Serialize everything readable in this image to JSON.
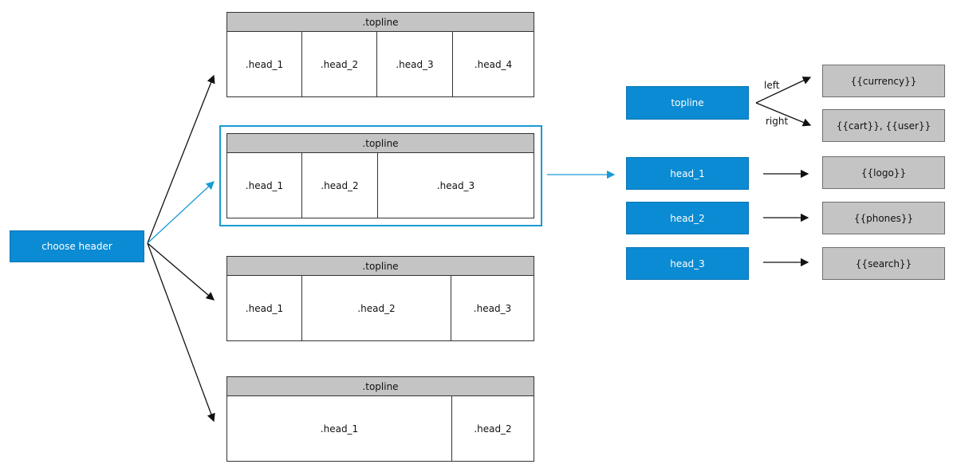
{
  "root": {
    "label": "choose header"
  },
  "layouts": [
    {
      "topline": ".topline",
      "cols": [
        ".head_1",
        ".head_2",
        ".head_3",
        ".head_4"
      ]
    },
    {
      "topline": ".topline",
      "cols": [
        ".head_1",
        ".head_2",
        ".head_3"
      ]
    },
    {
      "topline": ".topline",
      "cols": [
        ".head_1",
        ".head_2",
        ".head_3"
      ]
    },
    {
      "topline": ".topline",
      "cols": [
        ".head_1",
        ".head_2"
      ]
    }
  ],
  "blocks": {
    "topline": "topline",
    "head_1": "head_1",
    "head_2": "head_2",
    "head_3": "head_3"
  },
  "targets": {
    "currency": "{{currency}}",
    "cart_user": "{{cart}}, {{user}}",
    "logo": "{{logo}}",
    "phones": "{{phones}}",
    "search": "{{search}}"
  },
  "edge_labels": {
    "left": "left",
    "right": "right"
  },
  "colors": {
    "blue": "#0a8bd3",
    "gray": "#c4c4c4",
    "highlight": "#1a9ad6"
  }
}
